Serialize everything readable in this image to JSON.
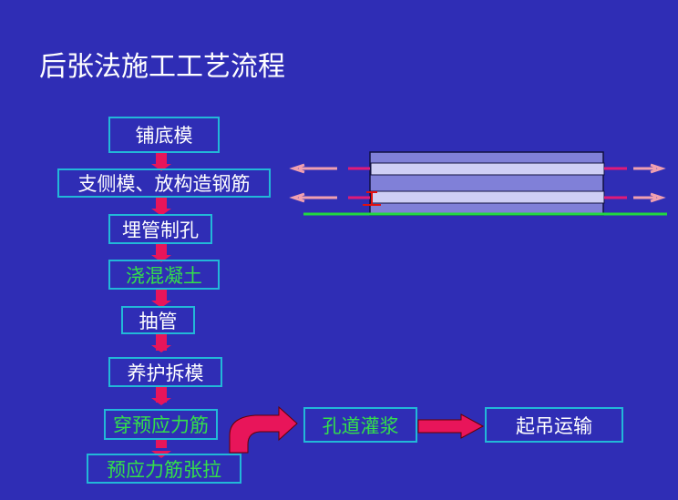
{
  "title": "后张法施工工艺流程",
  "steps": [
    "铺底模",
    "支侧模、放构造钢筋",
    "埋管制孔",
    "浇混凝土",
    "抽管",
    "养护拆模",
    "穿预应力筋",
    "预应力筋张拉",
    "孔道灌浆",
    "起吊运输"
  ],
  "colors": {
    "background": "#2f2db5",
    "box_border": "#22b8d8",
    "arrow": "#e8155a",
    "highlight_text": "#33e04a"
  }
}
